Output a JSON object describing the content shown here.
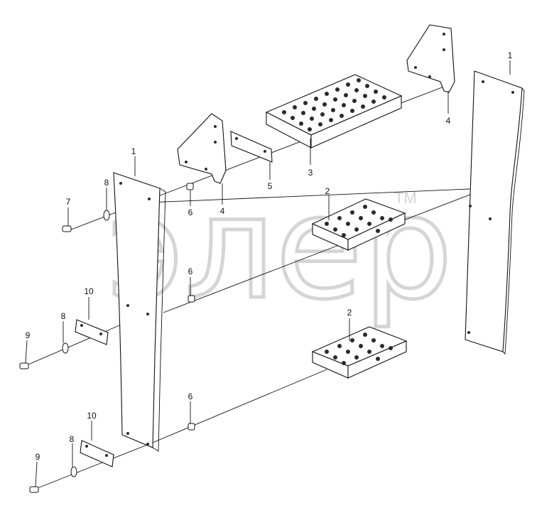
{
  "watermark": {
    "text": "элер",
    "trademark": "TM"
  },
  "labels": [
    {
      "id": "l1a",
      "text": "1"
    },
    {
      "id": "l1b",
      "text": "1"
    },
    {
      "id": "l2a",
      "text": "2"
    },
    {
      "id": "l2b",
      "text": "2"
    },
    {
      "id": "l3",
      "text": "3"
    },
    {
      "id": "l4a",
      "text": "4"
    },
    {
      "id": "l4b",
      "text": "4"
    },
    {
      "id": "l5",
      "text": "5"
    },
    {
      "id": "l6a",
      "text": "6"
    },
    {
      "id": "l6b",
      "text": "6"
    },
    {
      "id": "l6c",
      "text": "6"
    },
    {
      "id": "l7",
      "text": "7"
    },
    {
      "id": "l8a",
      "text": "8"
    },
    {
      "id": "l8b",
      "text": "8"
    },
    {
      "id": "l8c",
      "text": "8"
    },
    {
      "id": "l9a",
      "text": "9"
    },
    {
      "id": "l9b",
      "text": "9"
    },
    {
      "id": "l10a",
      "text": "10"
    },
    {
      "id": "l10b",
      "text": "10"
    }
  ]
}
